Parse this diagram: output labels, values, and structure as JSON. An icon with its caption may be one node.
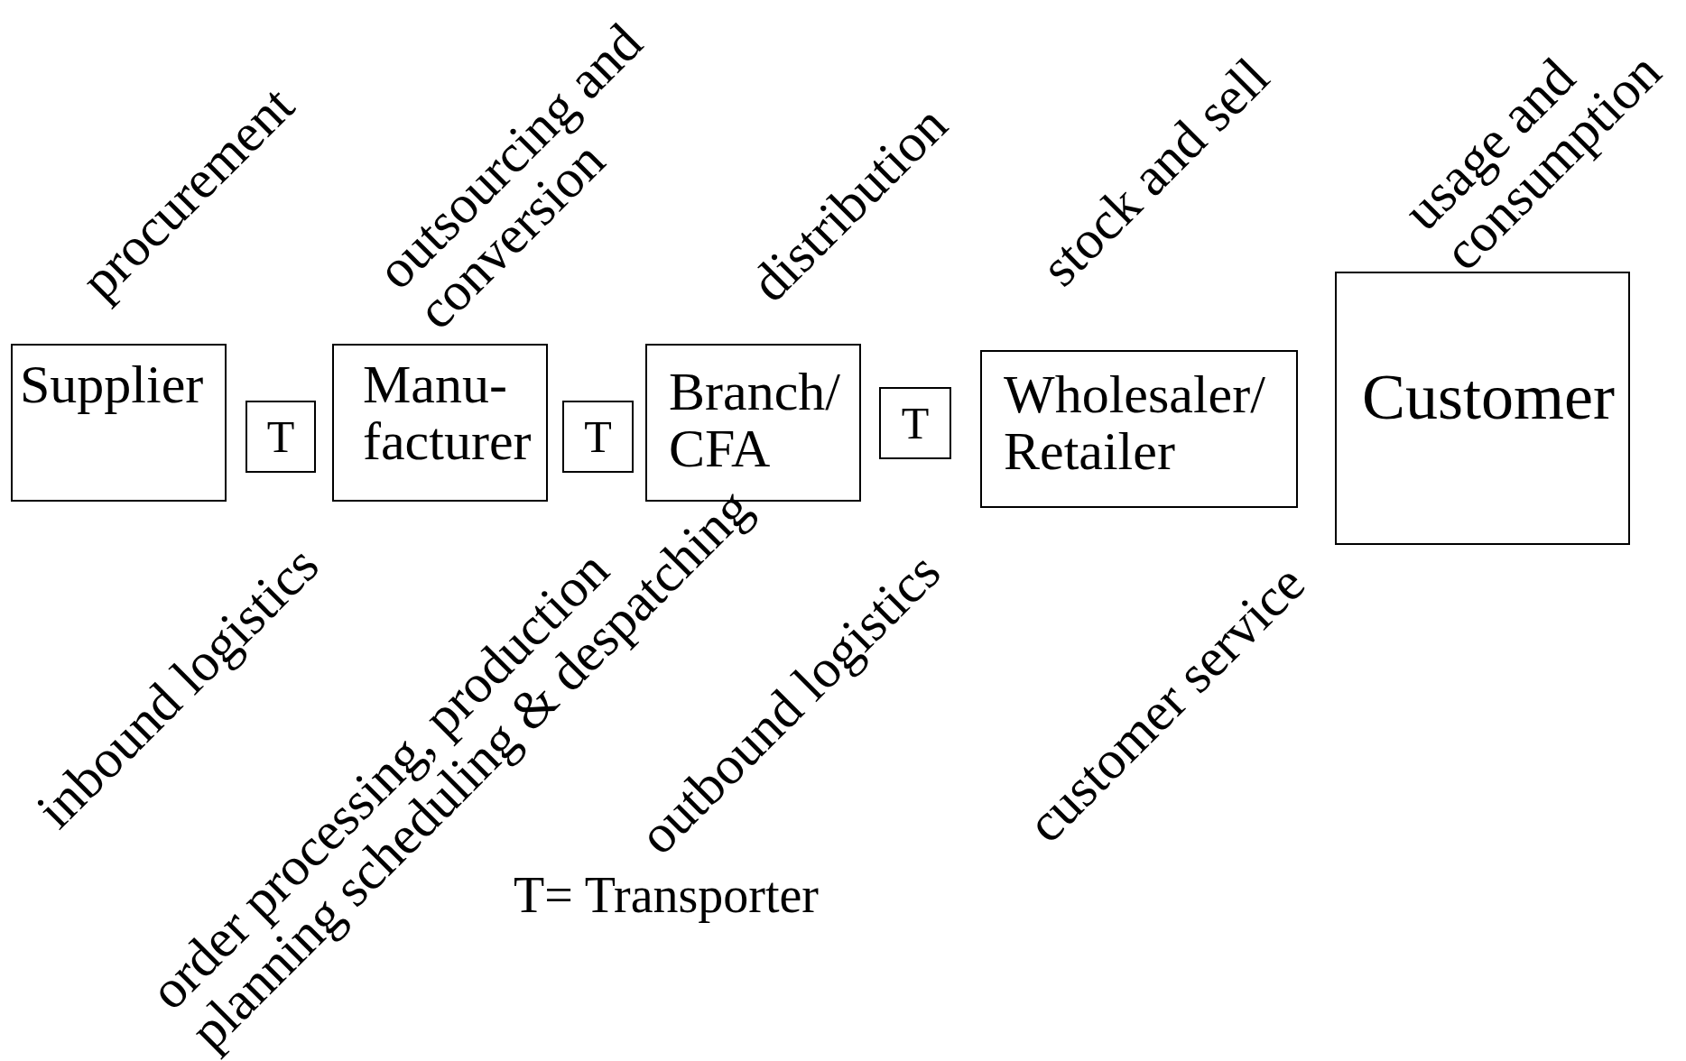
{
  "diagram": {
    "nodes": [
      {
        "text": [
          "Supplier"
        ]
      },
      {
        "text": [
          "T"
        ]
      },
      {
        "text": [
          "Manu- facturer"
        ]
      },
      {
        "text": [
          "T"
        ]
      },
      {
        "text": [
          "Branch/ CFA"
        ]
      },
      {
        "text": [
          "T"
        ]
      },
      {
        "text": [
          "Wholesaler/ Retailer"
        ]
      },
      {
        "text": [
          "Customer"
        ]
      }
    ],
    "labels": [
      "procurement",
      "outsourcing and conversion",
      "distribution",
      "stock and sell",
      "usage and consumption",
      "inbound logistics",
      "order processing, production planning scheduling & despatching",
      "outbound logistics",
      "customer service",
      "T= Transporter"
    ]
  }
}
